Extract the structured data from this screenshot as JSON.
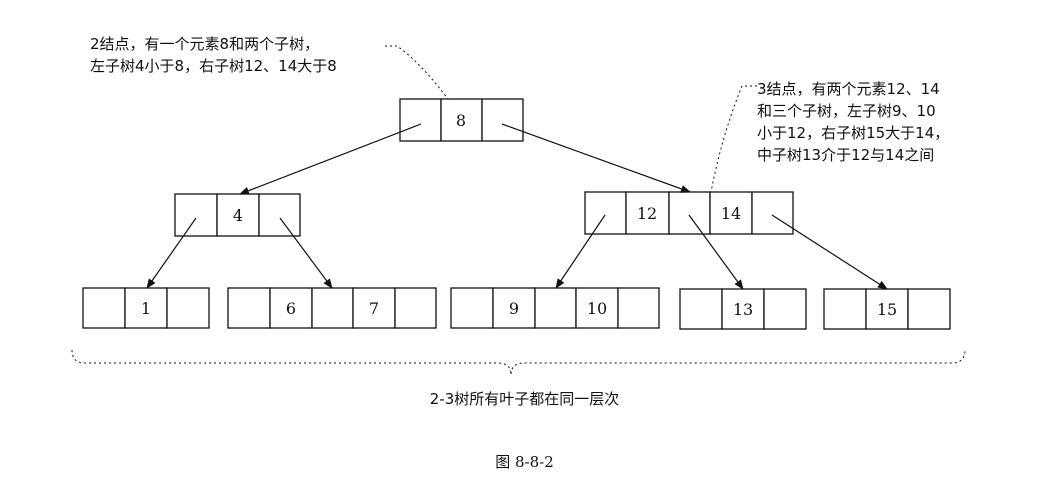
{
  "notes": {
    "two_node": [
      "2结点，有一个元素8和两个子树，",
      "左子树4小于8，右子树12、14大于8"
    ],
    "three_node": [
      "3结点，有两个元素12、14",
      "和三个子树，左子树9、10",
      "小于12，右子树15大于14，",
      "中子树13介于12与14之间"
    ]
  },
  "tree": {
    "root": {
      "keys": [
        "8"
      ]
    },
    "level1": [
      {
        "keys": [
          "4"
        ]
      },
      {
        "keys": [
          "12",
          "14"
        ]
      }
    ],
    "leaves": [
      {
        "keys": [
          "1"
        ]
      },
      {
        "keys": [
          "6",
          "7"
        ]
      },
      {
        "keys": [
          "9",
          "10"
        ]
      },
      {
        "keys": [
          "13"
        ]
      },
      {
        "keys": [
          "15"
        ]
      }
    ]
  },
  "captions": {
    "leaves_note": "2-3树所有叶子都在同一层次",
    "figure": "图 8-8-2"
  },
  "colors": {
    "stroke": "#111111",
    "background": "#ffffff"
  }
}
